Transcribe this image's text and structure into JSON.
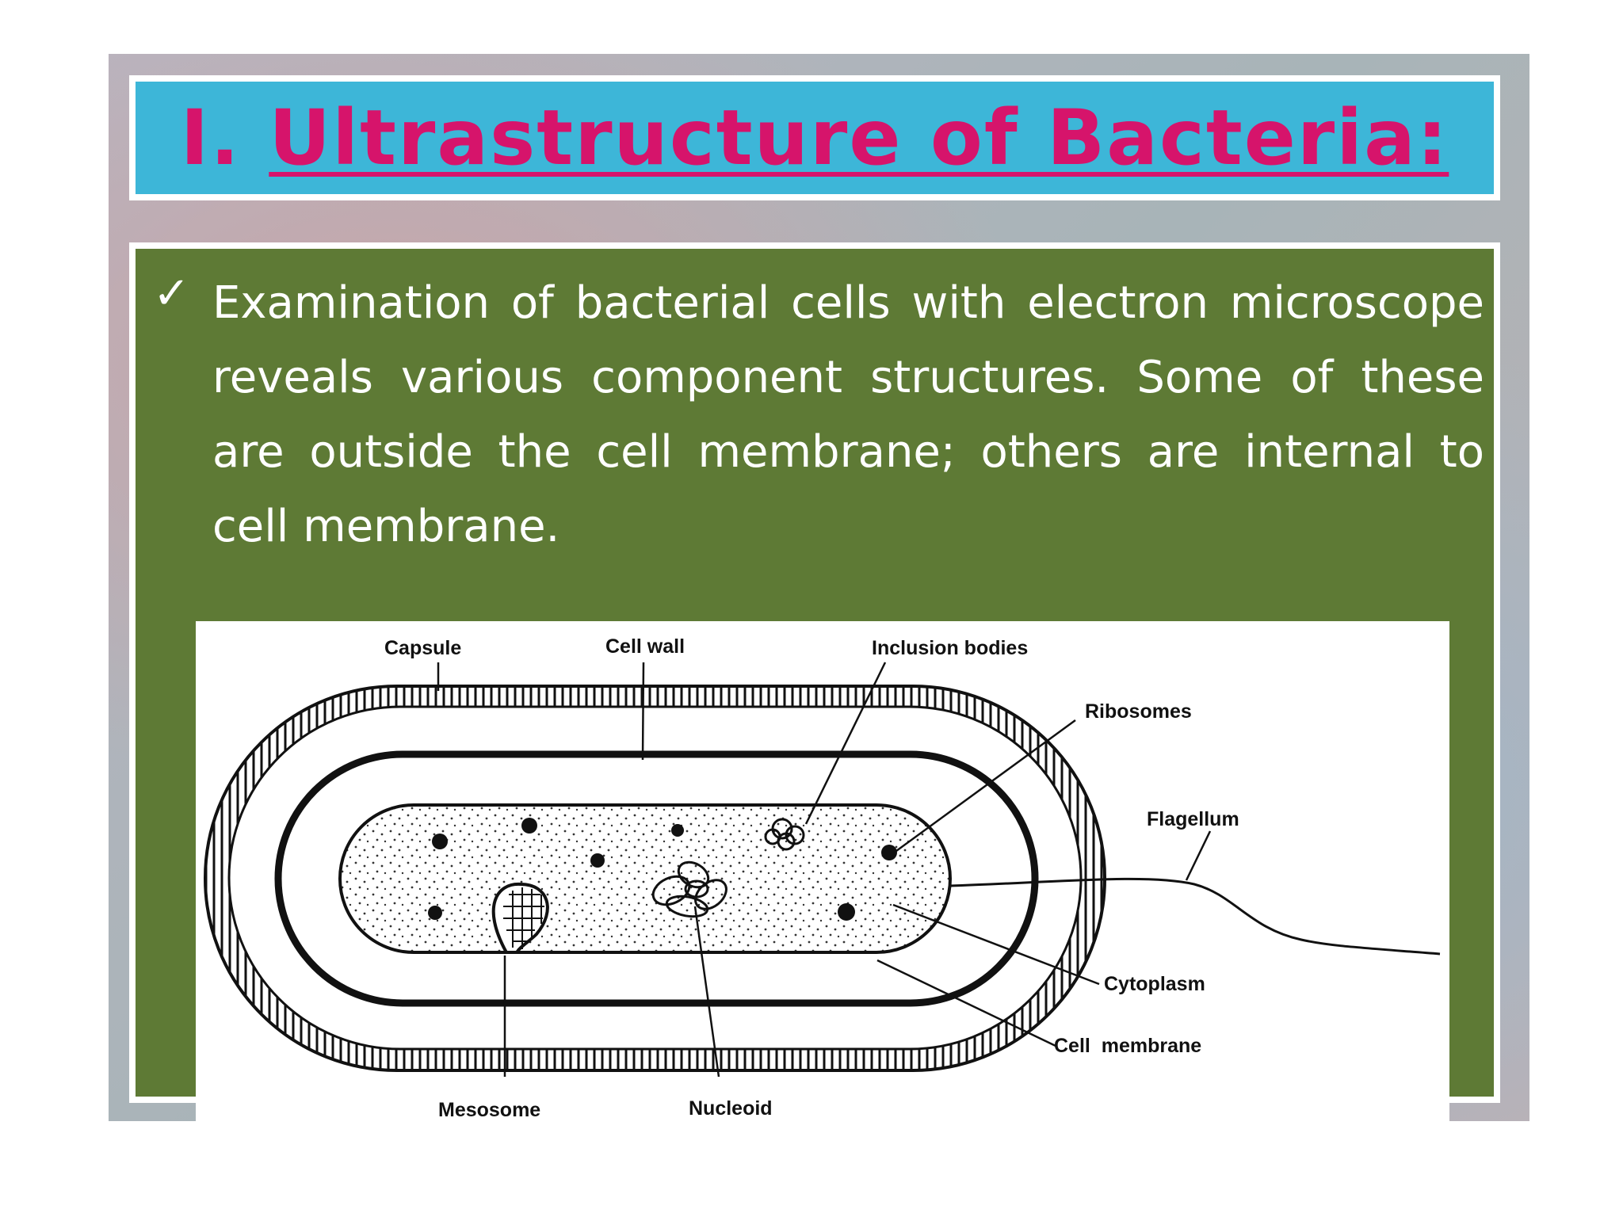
{
  "slide": {
    "title_number": "I.",
    "title_text": "Ultrastructure of Bacteria:",
    "bullet_icon": "checkmark-icon",
    "paragraph": "Examination of bacterial cells with electron microscope reveals various component structures. Some of these are outside the cell membrane; others are internal to cell membrane."
  },
  "diagram": {
    "labels": {
      "capsule": "Capsule",
      "cell_wall": "Cell wall",
      "inclusion_bodies": "Inclusion bodies",
      "ribosomes": "Ribosomes",
      "flagellum": "Flagellum",
      "cytoplasm": "Cytoplasm",
      "cell_membrane": "Cell  membrane",
      "mesosome": "Mesosome",
      "nucleoid": "Nucleoid"
    }
  },
  "colors": {
    "title_bg": "#3db6d8",
    "title_text": "#d6146b",
    "content_bg": "#5e7a35",
    "text": "#ffffff"
  }
}
